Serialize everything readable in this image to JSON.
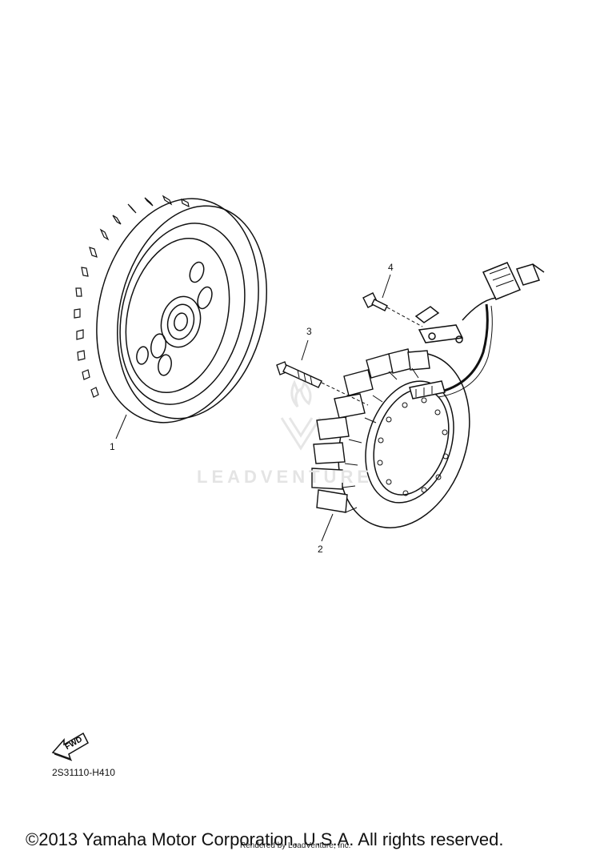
{
  "diagram": {
    "callouts": [
      {
        "id": "1",
        "label": "1"
      },
      {
        "id": "2",
        "label": "2"
      },
      {
        "id": "3",
        "label": "3"
      },
      {
        "id": "4",
        "label": "4"
      }
    ],
    "watermark": "LEADVENTURE",
    "fwd_label": "FWD",
    "diagram_code": "2S31110-H410",
    "copyright": "©2013 Yamaha Motor Corporation, U.S.A. All rights reserved.",
    "rendered_by": "Rendered by LeadVenture, Inc."
  },
  "colors": {
    "line": "#111111",
    "watermark": "#e4e4e4"
  },
  "icons": {
    "forward_arrow": "fwd-arrow-icon",
    "watermark_logo": "leadventure-logo-icon"
  }
}
